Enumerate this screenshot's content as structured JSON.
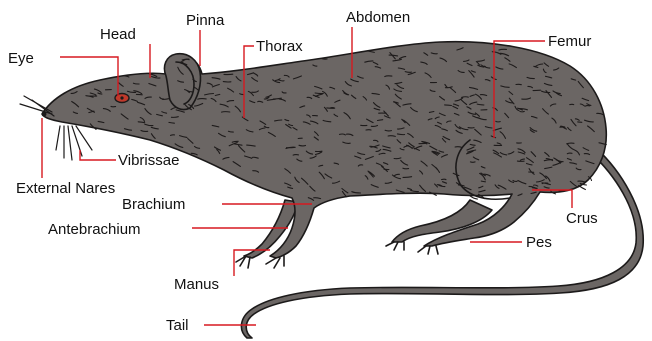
{
  "diagram": {
    "subject": "rat",
    "labels": {
      "eye": "Eye",
      "head": "Head",
      "pinna": "Pinna",
      "thorax": "Thorax",
      "abdomen": "Abdomen",
      "femur": "Femur",
      "vibrissae": "Vibrissae",
      "external_nares": "External Nares",
      "brachium": "Brachium",
      "antebrachium": "Antebrachium",
      "crus": "Crus",
      "pes": "Pes",
      "manus": "Manus",
      "tail": "Tail"
    },
    "colors": {
      "body_fill": "#6b6664",
      "outline": "#1c1a1a",
      "leader_line": "#d71920",
      "eye_fill": "#c0392b",
      "label_text": "#111111"
    }
  }
}
